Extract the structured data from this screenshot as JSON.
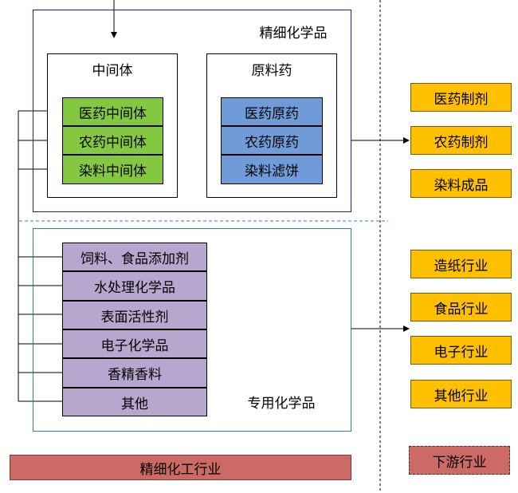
{
  "fine_chem": {
    "title": "精细化学品",
    "intermediates": {
      "title": "中间体",
      "items": [
        "医药中间体",
        "农药中间体",
        "染料中间体"
      ]
    },
    "raw_drugs": {
      "title": "原料药",
      "items": [
        "医药原药",
        "农药原药",
        "染料滤饼"
      ]
    }
  },
  "specialty_chem": {
    "title": "专用化学品",
    "items": [
      "饲料、食品添加剂",
      "水处理化学品",
      "表面活性剂",
      "电子化学品",
      "香精香料",
      "其他"
    ]
  },
  "industry_label": "精细化工行业",
  "products": [
    "医药制剂",
    "农药制剂",
    "染料成品"
  ],
  "industries": [
    "造纸行业",
    "食品行业",
    "电子行业",
    "其他行业"
  ],
  "downstream_label": "下游行业",
  "colors": {
    "green": "#84c741",
    "blue": "#6f9bd8",
    "purple": "#b9a6cf",
    "orange": "#ffc000",
    "red": "#cc6b66"
  }
}
